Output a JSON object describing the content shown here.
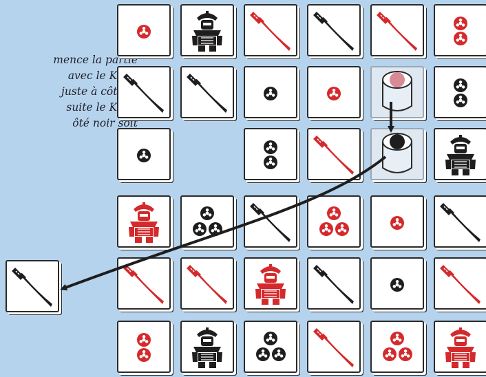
{
  "caption": {
    "lines": [
      "mence la partie",
      "avec le Kaito",
      "juste à côté et",
      "suite le Kaito",
      "ôté noir soit"
    ]
  },
  "colors": {
    "background": "#b6d3ee",
    "red": "#d42a2c",
    "black": "#1e1e1e",
    "kaito_top": "#d88a96",
    "tile_border": "#2a2a2a"
  },
  "grid": {
    "rows": [
      [
        {
          "type": "tomoe",
          "count": 1,
          "color": "red"
        },
        {
          "type": "samurai",
          "color": "black"
        },
        {
          "type": "katana",
          "color": "red"
        },
        {
          "type": "katana",
          "color": "black"
        },
        {
          "type": "katana",
          "color": "red"
        },
        {
          "type": "tomoe",
          "count": 2,
          "color": "red"
        }
      ],
      [
        {
          "type": "katana",
          "color": "black"
        },
        {
          "type": "katana",
          "color": "black"
        },
        {
          "type": "tomoe",
          "count": 1,
          "color": "black"
        },
        {
          "type": "tomoe",
          "count": 1,
          "color": "red"
        },
        {
          "type": "kaito",
          "side": "red"
        },
        {
          "type": "tomoe",
          "count": 2,
          "color": "black"
        }
      ],
      [
        {
          "type": "tomoe",
          "count": 1,
          "color": "black"
        },
        {
          "type": "empty"
        },
        {
          "type": "tomoe",
          "count": 2,
          "color": "black"
        },
        {
          "type": "katana",
          "color": "red"
        },
        {
          "type": "kaito",
          "side": "black"
        },
        {
          "type": "samurai",
          "color": "black"
        }
      ],
      [
        {
          "type": "samurai",
          "color": "red"
        },
        {
          "type": "tomoe",
          "count": 3,
          "color": "black"
        },
        {
          "type": "katana",
          "color": "black"
        },
        {
          "type": "tomoe",
          "count": 3,
          "color": "red"
        },
        {
          "type": "tomoe",
          "count": 1,
          "color": "red"
        },
        {
          "type": "katana",
          "color": "black"
        }
      ],
      [
        {
          "type": "katana",
          "color": "red"
        },
        {
          "type": "katana",
          "color": "red"
        },
        {
          "type": "samurai",
          "color": "red"
        },
        {
          "type": "katana",
          "color": "black"
        },
        {
          "type": "tomoe",
          "count": 1,
          "color": "black"
        },
        {
          "type": "katana",
          "color": "red"
        }
      ],
      [
        {
          "type": "tomoe",
          "count": 2,
          "color": "red"
        },
        {
          "type": "samurai",
          "color": "black"
        },
        {
          "type": "tomoe",
          "count": 3,
          "color": "black"
        },
        {
          "type": "katana",
          "color": "red"
        },
        {
          "type": "tomoe",
          "count": 3,
          "color": "red"
        },
        {
          "type": "samurai",
          "color": "red"
        }
      ]
    ]
  },
  "captured_tile": {
    "type": "katana",
    "color": "black"
  }
}
